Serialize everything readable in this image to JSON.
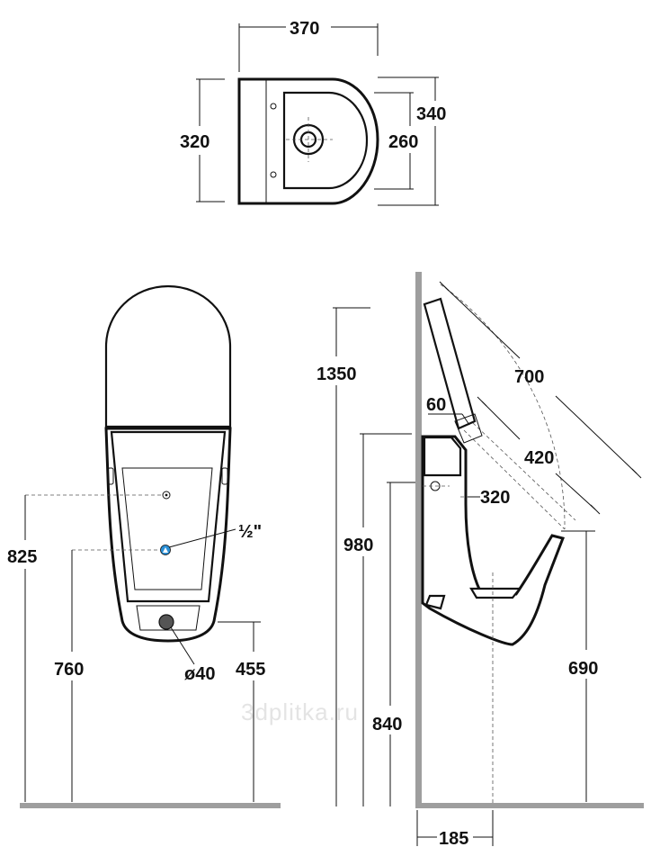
{
  "watermark": "3dplitka.ru",
  "top_view": {
    "width": "370",
    "depth_outer": "340",
    "depth_inner": "260",
    "height_left": "320"
  },
  "front_view": {
    "inlet_height": "825",
    "outlet_size": "½\"",
    "outlet_height": "760",
    "drain_diameter": "ø40",
    "drain_height": "455"
  },
  "side_view": {
    "total_height": "1350",
    "lid_arc": "700",
    "rim_offset": "60",
    "bowl_length": "420",
    "projection": "320",
    "rim_height": "980",
    "front_height": "690",
    "lower_height": "840",
    "drain_offset": "185"
  }
}
